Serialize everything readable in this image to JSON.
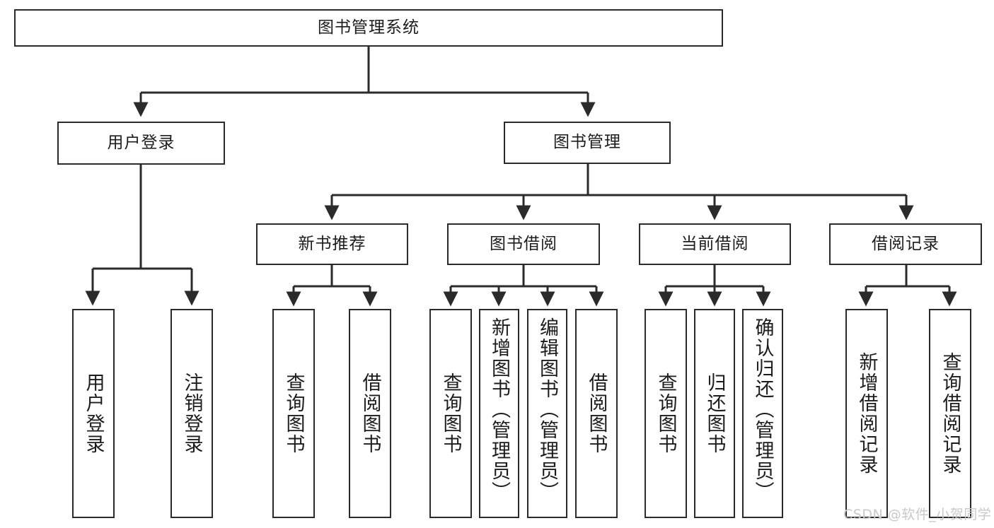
{
  "diagram": {
    "title": "图书管理系统",
    "watermark": "CSDN @软件_小贺同学",
    "line_color": "#2b2b2b",
    "box_fill": "#ffffff",
    "text_color": "#1c1c1c",
    "watermark_color": "#c9c9c9"
  },
  "nodes": {
    "root": {
      "label": "图书管理系统"
    },
    "level1": [
      {
        "label": "用户登录"
      },
      {
        "label": "图书管理"
      }
    ],
    "level2": [
      {
        "label": "新书推荐"
      },
      {
        "label": "图书借阅"
      },
      {
        "label": "当前借阅"
      },
      {
        "label": "借阅记录"
      }
    ],
    "login_leaves": [
      {
        "label": "用户登录"
      },
      {
        "label": "注销登录"
      }
    ],
    "newbook_leaves": [
      {
        "label": "查询图书"
      },
      {
        "label": "借阅图书"
      }
    ],
    "borrow_leaves": [
      {
        "label": "查询图书"
      },
      {
        "label": "新增图书（管理员）"
      },
      {
        "label": "编辑图书（管理员）"
      },
      {
        "label": "借阅图书"
      }
    ],
    "current_leaves": [
      {
        "label": "查询图书"
      },
      {
        "label": "归还图书"
      },
      {
        "label": "确认归还（管理员）"
      }
    ],
    "record_leaves": [
      {
        "label": "新增借阅记录"
      },
      {
        "label": "查询借阅记录"
      }
    ]
  }
}
